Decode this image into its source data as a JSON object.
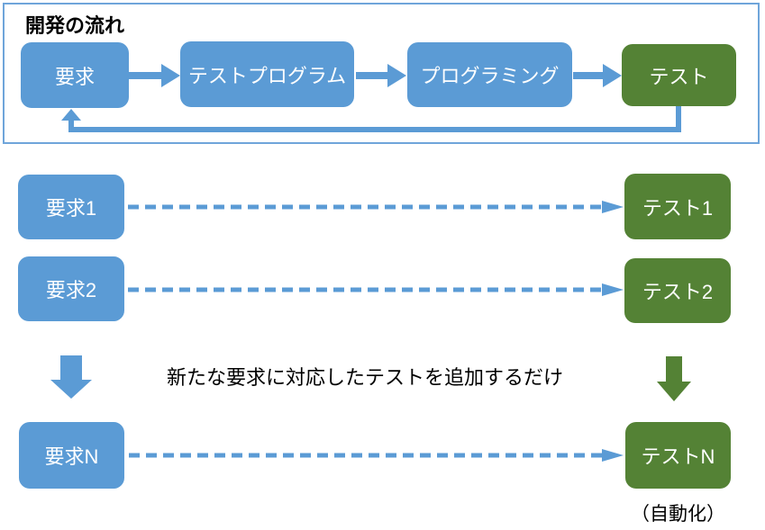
{
  "colors": {
    "blue": "#5B9BD5",
    "green": "#548235",
    "frame_border": "#6FA5DA",
    "box_text": "#FFFFFF",
    "note_text": "#000000"
  },
  "flow": {
    "title": "開発の流れ",
    "boxes": [
      {
        "label": "要求"
      },
      {
        "label": "テストプログラム"
      },
      {
        "label": "プログラミング"
      },
      {
        "label": "テスト"
      }
    ]
  },
  "mapping": {
    "rows": [
      {
        "requirement": "要求1",
        "test": "テスト1"
      },
      {
        "requirement": "要求2",
        "test": "テスト2"
      },
      {
        "requirement": "要求N",
        "test": "テストN"
      }
    ],
    "note": "新たな要求に対応したテストを追加するだけ",
    "automation_label": "（自動化）"
  }
}
